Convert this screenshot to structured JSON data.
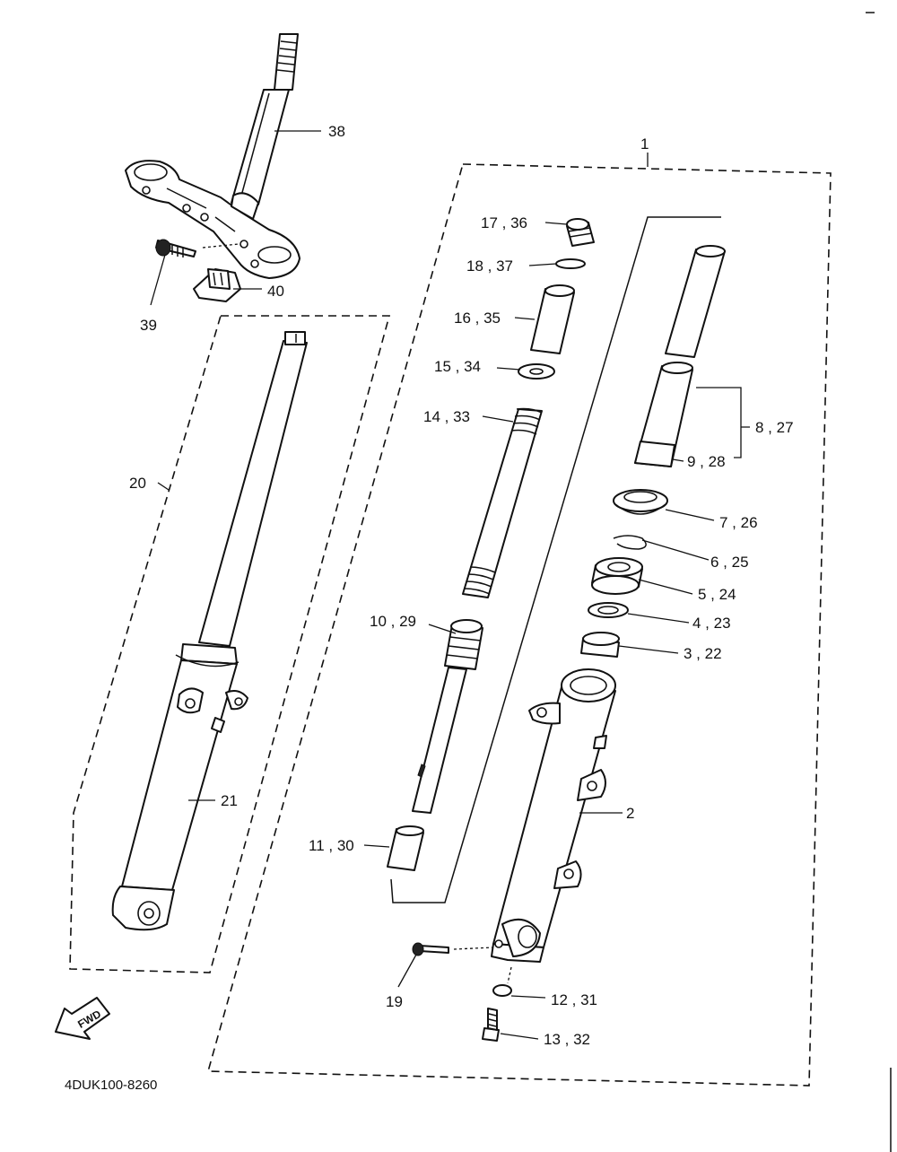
{
  "diagram_code": "4DUK100-8260",
  "fwd_label": "FWD",
  "callouts": {
    "c1": "1",
    "c2": "2",
    "c3": "3 , 22",
    "c4": "4 , 23",
    "c5": "5 , 24",
    "c6": "6 , 25",
    "c7": "7 , 26",
    "c8": "8 , 27",
    "c9": "9 , 28",
    "c10": "10 , 29",
    "c11": "11 , 30",
    "c12": "12 , 31",
    "c13": "13 , 32",
    "c14": "14 , 33",
    "c15": "15 , 34",
    "c16": "16 , 35",
    "c17": "17 , 36",
    "c18": "18 , 37",
    "c19": "19",
    "c20": "20",
    "c21": "21",
    "c38": "38",
    "c39": "39",
    "c40": "40"
  }
}
